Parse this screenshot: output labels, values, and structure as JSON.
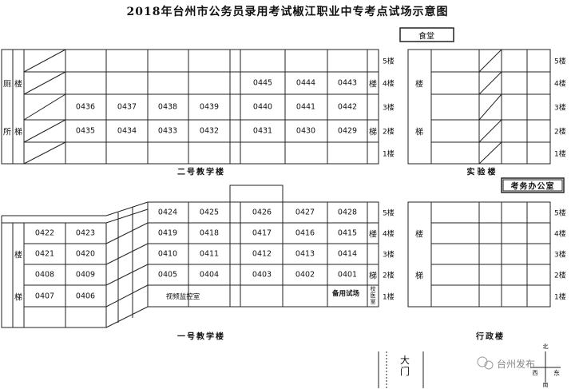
{
  "title": "2018年台州市公务员录用考试椒江职业中专考点试场示意图",
  "canteen": "食堂",
  "exam_office": "考务办公室",
  "building2": {
    "name": "二号教学楼",
    "toilet": "厕所",
    "stairs": "楼梯",
    "floors": [
      "5楼",
      "4楼",
      "3楼",
      "2楼",
      "1楼"
    ],
    "rooms_f4": [
      "0445",
      "0444",
      "0443"
    ],
    "rooms_f3_left": [
      "0436",
      "0437",
      "0438",
      "0439"
    ],
    "rooms_f3_right": [
      "0440",
      "0441",
      "0442"
    ],
    "rooms_f2_left": [
      "0435",
      "0434",
      "0433",
      "0432"
    ],
    "rooms_f2_right": [
      "0431",
      "0430",
      "0429"
    ]
  },
  "lab_building": {
    "name": "实验楼",
    "stairs": "楼梯",
    "floors": [
      "5楼",
      "4楼",
      "3楼",
      "2楼",
      "1楼"
    ]
  },
  "building1": {
    "name": "一号教学楼",
    "stairs": "楼梯",
    "floors": [
      "5楼",
      "4楼",
      "3楼",
      "2楼",
      "1楼"
    ],
    "rooms_f5": [
      "0424",
      "0425",
      "0426",
      "0427",
      "0428"
    ],
    "rooms_f4_left": [
      "0422",
      "0423"
    ],
    "rooms_f4_right": [
      "0419",
      "0418",
      "0417",
      "0416",
      "0415"
    ],
    "rooms_f3_left": [
      "0421",
      "0420"
    ],
    "rooms_f3_right": [
      "0410",
      "0411",
      "0412",
      "0413",
      "0414"
    ],
    "rooms_f2_left": [
      "0408",
      "0409"
    ],
    "rooms_f2_right": [
      "0405",
      "0404",
      "0403",
      "0402",
      "0401"
    ],
    "rooms_f1_left": [
      "0407",
      "0406"
    ],
    "video_room": "视频监控室",
    "reserve_room": "备用试场",
    "clinic": "校医室"
  },
  "admin_building": {
    "name": "行政楼",
    "stairs": "楼梯",
    "floors": [
      "5楼",
      "4楼",
      "3楼",
      "2楼",
      "1楼"
    ]
  },
  "gate": "大门",
  "compass": {
    "north": "北",
    "south": "南",
    "west": "西",
    "east": "东"
  },
  "watermark": "台州发布"
}
